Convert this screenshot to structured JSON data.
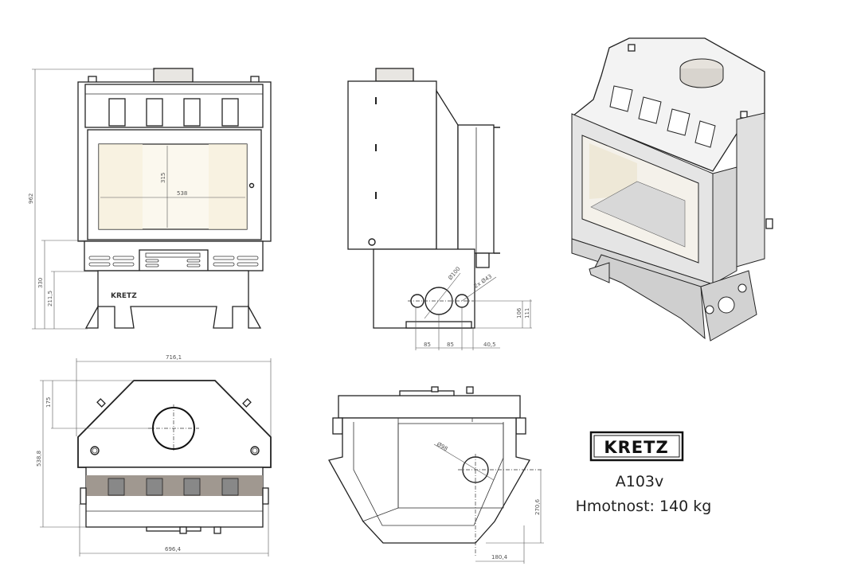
{
  "front_view": {
    "dim_height_total": "962",
    "dim_height_door": "330",
    "dim_height_base": "211,5",
    "dim_glass_height": "315",
    "dim_glass_width": "538",
    "base_logo": "KRETZ"
  },
  "side_view": {
    "dim_flue_diameter": "Ø100",
    "dim_side_holes": "2x Ø43",
    "dim_106": "106",
    "dim_111": "111",
    "dim_85_left": "85",
    "dim_85_right": "85",
    "dim_40_5": "40,5"
  },
  "plan_view": {
    "dim_width_top": "716,1",
    "dim_175": "175",
    "dim_depth": "538,8",
    "dim_width_bottom": "696,4"
  },
  "bottom_view": {
    "dim_flue": "Ø98",
    "dim_270_6": "270,6",
    "dim_180_4": "180,4"
  },
  "title_block": {
    "logo": "KRETZ",
    "model": "A103v",
    "weight": "Hmotnost: 140 kg"
  }
}
